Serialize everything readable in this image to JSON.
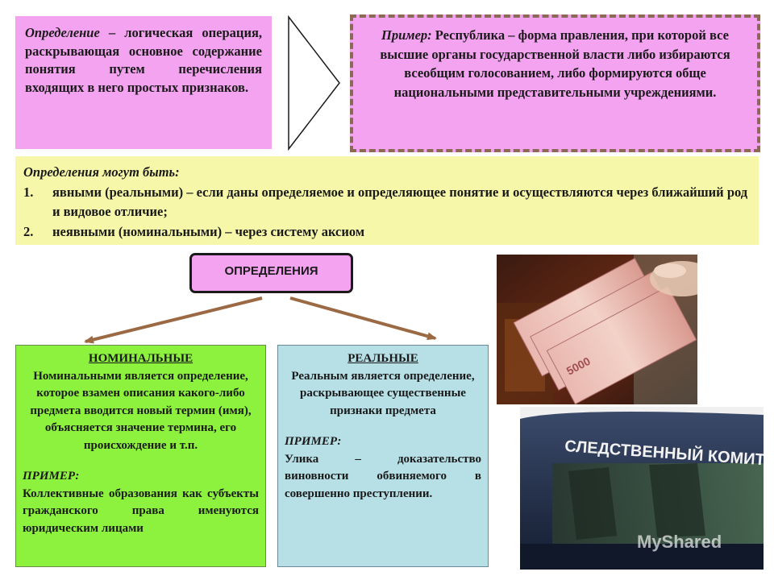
{
  "definition": {
    "term": "Определение",
    "text": "– логическая операция, раскрывающая основное содержание понятия путем перечисления входящих в него простых признаков."
  },
  "example": {
    "label": "Пример:",
    "text": "Республика – форма правления, при которой все высшие органы государственной власти либо избираются всеобщим голосованием, либо формируются обще национальными представительными учреждениями."
  },
  "types": {
    "title": "Определения могут быть:",
    "items": [
      {
        "num": "1.",
        "text": "явными (реальными) – если даны определяемое и определяющее понятие и осуществляются через ближайший род и видовое отличие;"
      },
      {
        "num": "2.",
        "text": "неявными (номинальными) – через систему аксиом"
      }
    ]
  },
  "tree": {
    "root": "ОПРЕДЕЛЕНИЯ",
    "nominal": {
      "heading": "НОМИНАЛЬНЫЕ",
      "body": "Номинальными является определение, которое взамен описания какого-либо предмета вводится новый термин (имя), объясняется значение термина, его происхождение и т.п.",
      "example_label": "ПРИМЕР:",
      "example_text": "Коллективные образования как субъекты гражданского права именуются юридическим лицами"
    },
    "real": {
      "heading": "РЕАЛЬНЫЕ",
      "body": "Реальным является определение, раскрывающее существенные признаки предмета",
      "example_label": "ПРИМЕР:",
      "example_text": "Улика – доказательство виновности обвиняемого в совершенно преступлении."
    }
  },
  "photos": {
    "van_text": "СЛЕДСТВЕННЫЙ КОМИТЕТ",
    "banknote_value": "5000",
    "watermark": "MyShared"
  },
  "colors": {
    "pink": "#f4a3f0",
    "yellow": "#f6f7a8",
    "green": "#8df23e",
    "blue": "#b7e0e6",
    "arrow": "#9b6a44"
  }
}
